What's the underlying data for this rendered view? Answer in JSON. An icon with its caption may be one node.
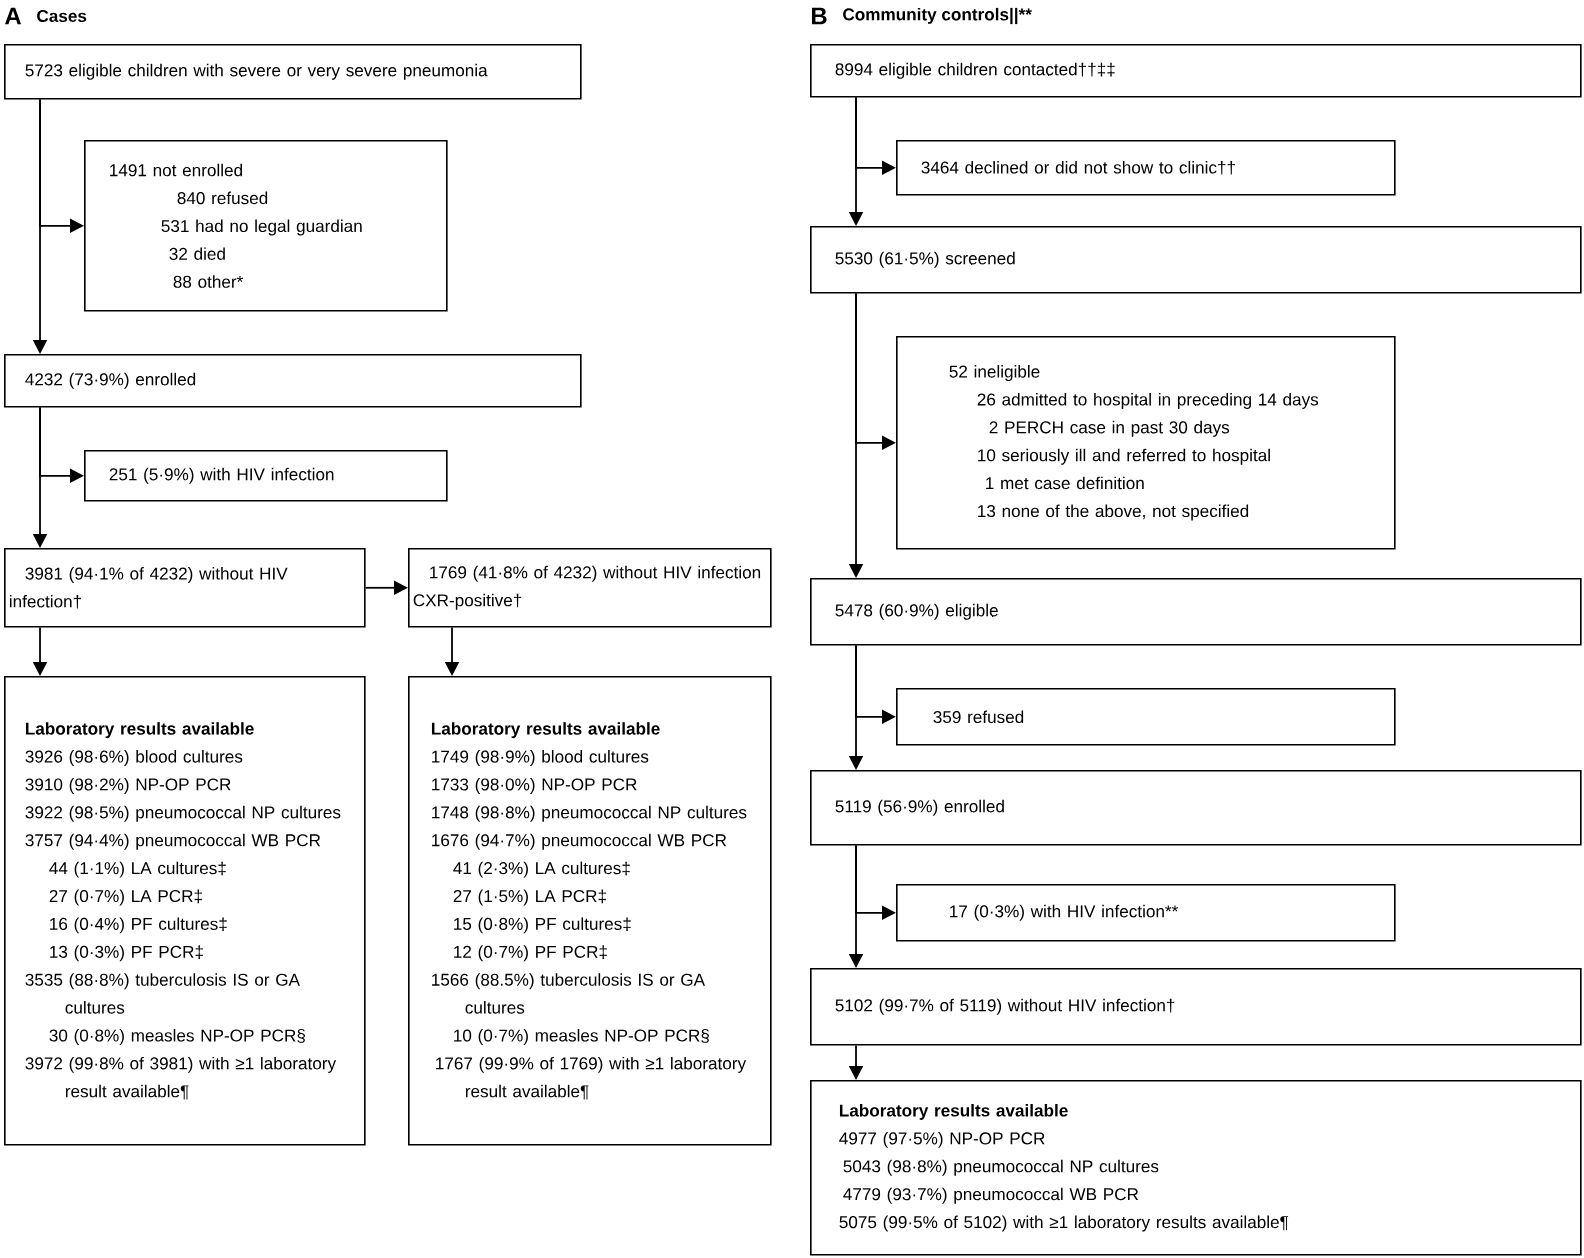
{
  "diagram": {
    "nodes": [
      {
        "text": [
          "5723 eligible children with severe or very severe pneumonia"
        ]
      },
      {
        "text": [
          "1491 not enrolled",
          "840 refused",
          "531 had no legal guardian",
          "32 died",
          "88 other*"
        ]
      },
      {
        "text": [
          "4232 (73·9%) enrolled"
        ]
      },
      {
        "text": [
          "251 (5·9%) with HIV infection"
        ]
      },
      {
        "text": [
          "3981 (94·1% of 4232) without HIV infection†"
        ]
      },
      {
        "text": [
          "1769 (41·8% of 4232) without HIV infection CXR-positive†"
        ]
      },
      {
        "text": [
          "Laboratory results available",
          "3926 (98·6%) blood cultures",
          "3910 (98·2%) NP-OP PCR",
          "3922 (98·5%) pneumococcal NP cultures",
          "3757 (94·4%) pneumococcal WB PCR",
          "44 (1·1%) LA cultures‡",
          "27 (0·7%) LA PCR‡",
          "16 (0·4%) PF cultures‡",
          "13 (0·3%) PF PCR‡",
          "3535 (88·8%) tuberculosis IS or GA cultures",
          "30 (0·8%) measles NP-OP PCR§",
          "3972 (99·8% of 3981) with ≥1 laboratory result available¶"
        ]
      },
      {
        "text": [
          "Laboratory results available",
          "1749 (98·9%) blood cultures",
          "1733 (98·0%) NP-OP PCR",
          "1748 (98·8%) pneumococcal NP cultures",
          "1676 (94·7%) pneumococcal WB PCR",
          "41 (2·3%) LA cultures‡",
          "27 (1·5%) LA PCR‡",
          "15 (0·8%) PF cultures‡",
          "12 (0·7%) PF PCR‡",
          "1566 (88.5%) tuberculosis IS or GA cultures",
          "10 (0·7%) measles NP-OP PCR§",
          "1767 (99·9% of 1769) with ≥1 laboratory result available¶"
        ]
      },
      {
        "text": [
          "8994 eligible children contacted††‡‡"
        ]
      },
      {
        "text": [
          "3464 declined or did not show to clinic††"
        ]
      },
      {
        "text": [
          "5530 (61·5%) screened"
        ]
      },
      {
        "text": [
          "52 ineligible",
          "26 admitted to hospital in preceding 14 days",
          "2 PERCH case in past 30 days",
          "10 seriously ill and referred to hospital",
          "1 met case definition",
          "13 none of the above, not specified"
        ]
      },
      {
        "text": [
          "5478 (60·9%) eligible"
        ]
      },
      {
        "text": [
          "359 refused"
        ]
      },
      {
        "text": [
          "5119 (56·9%) enrolled"
        ]
      },
      {
        "text": [
          "17 (0·3%) with HIV infection**"
        ]
      },
      {
        "text": [
          "5102 (99·7% of 5119) without HIV infection†"
        ]
      },
      {
        "text": [
          "Laboratory results available",
          "4977 (97·5%) NP-OP PCR",
          "5043 (98·8%) pneumococcal NP cultures",
          "4779 (93·7%) pneumococcal WB PCR",
          "5075 (99·5% of 5102) with ≥1 laboratory results available¶"
        ]
      }
    ],
    "edges": [
      {
        "from": 0,
        "to": 2,
        "arrow": "to"
      },
      {
        "from": 0,
        "to": 1,
        "arrow": "to"
      },
      {
        "from": 2,
        "to": 4,
        "arrow": "to"
      },
      {
        "from": 2,
        "to": 3,
        "arrow": "to"
      },
      {
        "from": 4,
        "to": 5,
        "arrow": "to"
      },
      {
        "from": 4,
        "to": 6,
        "arrow": "to"
      },
      {
        "from": 5,
        "to": 7,
        "arrow": "to"
      },
      {
        "from": 8,
        "to": 10,
        "arrow": "to"
      },
      {
        "from": 8,
        "to": 9,
        "arrow": "to"
      },
      {
        "from": 10,
        "to": 12,
        "arrow": "to"
      },
      {
        "from": 10,
        "to": 11,
        "arrow": "to"
      },
      {
        "from": 12,
        "to": 14,
        "arrow": "to"
      },
      {
        "from": 12,
        "to": 13,
        "arrow": "to"
      },
      {
        "from": 14,
        "to": 16,
        "arrow": "to"
      },
      {
        "from": 14,
        "to": 15,
        "arrow": "to"
      },
      {
        "from": 16,
        "to": 17,
        "arrow": "to"
      }
    ],
    "labels": [
      "A",
      "Cases",
      "B",
      "Community controls||**"
    ]
  }
}
